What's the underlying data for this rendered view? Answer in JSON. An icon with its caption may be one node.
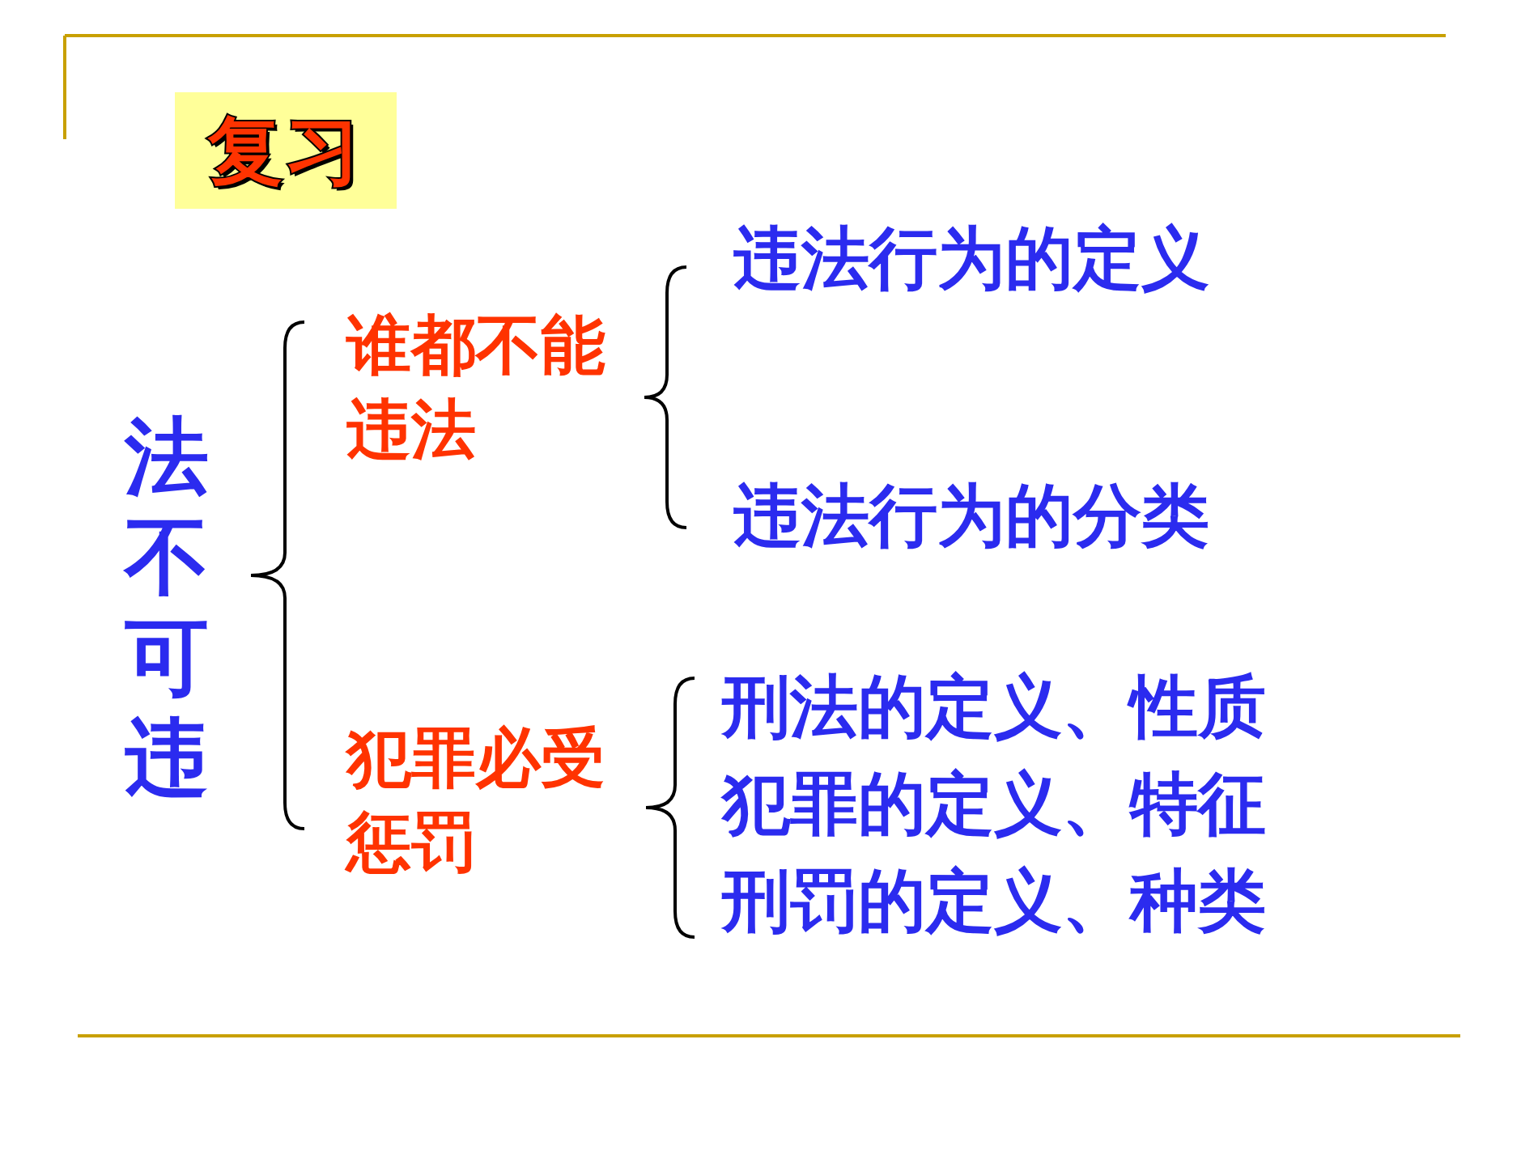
{
  "diagram": {
    "title": "复习",
    "nodes": [
      {
        "text": [
          "法不可违"
        ]
      },
      {
        "text": [
          "谁都不能违法"
        ]
      },
      {
        "text": [
          "犯罪必受惩罚"
        ]
      },
      {
        "text": [
          "违法行为的定义"
        ]
      },
      {
        "text": [
          "违法行为的分类"
        ]
      },
      {
        "text": [
          "刑法的定义、性质"
        ]
      },
      {
        "text": [
          "犯罪的定义、特征"
        ]
      },
      {
        "text": [
          "刑罚的定义、种类"
        ]
      }
    ]
  }
}
